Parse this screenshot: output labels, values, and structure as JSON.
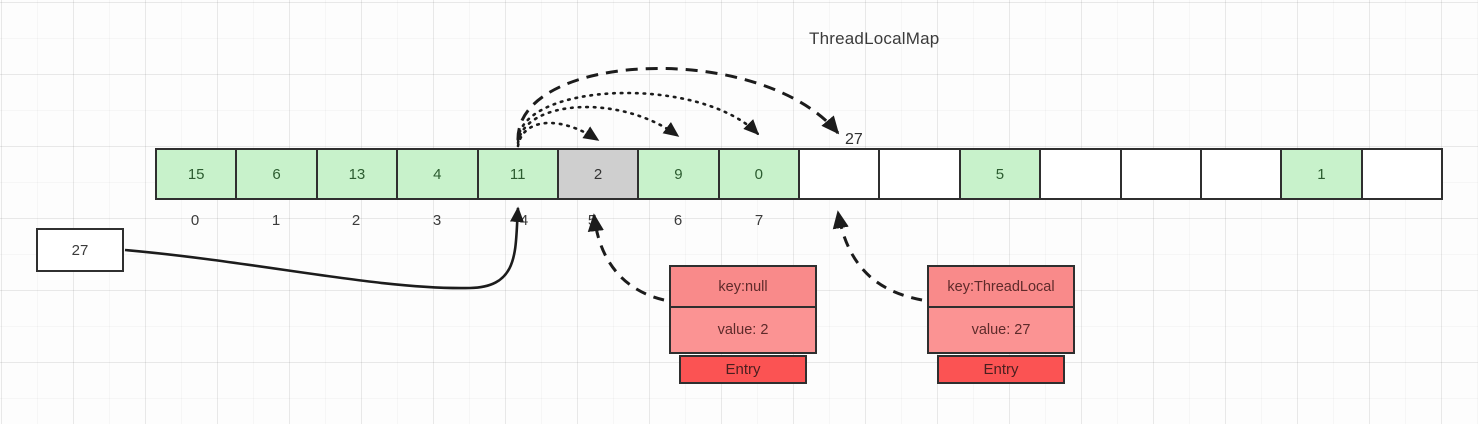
{
  "diagram": {
    "title": "ThreadLocalMap",
    "source_box": {
      "value": "27"
    },
    "array": {
      "cells": [
        {
          "value": "15",
          "state": "green"
        },
        {
          "value": "6",
          "state": "green"
        },
        {
          "value": "13",
          "state": "green"
        },
        {
          "value": "4",
          "state": "green"
        },
        {
          "value": "11",
          "state": "green"
        },
        {
          "value": "2",
          "state": "gray"
        },
        {
          "value": "9",
          "state": "green"
        },
        {
          "value": "0",
          "state": "green"
        },
        {
          "value": "",
          "state": "empty"
        },
        {
          "value": "",
          "state": "empty"
        },
        {
          "value": "5",
          "state": "green"
        },
        {
          "value": "",
          "state": "empty"
        },
        {
          "value": "",
          "state": "empty"
        },
        {
          "value": "",
          "state": "empty"
        },
        {
          "value": "1",
          "state": "green"
        },
        {
          "value": "",
          "state": "empty"
        }
      ],
      "index_labels": [
        "0",
        "1",
        "2",
        "3",
        "4",
        "5",
        "6",
        "7"
      ]
    },
    "probe_label": "27",
    "entries": [
      {
        "key": "key:null",
        "value": "value: 2",
        "tag": "Entry",
        "points_to_index": 5
      },
      {
        "key": "key:ThreadLocal",
        "value": "value: 27",
        "tag": "Entry",
        "points_to_index": 8
      }
    ]
  },
  "colors": {
    "occupied_cell": "#c8f2cb",
    "stale_cell": "#cfcfcf",
    "empty_cell": "#ffffff",
    "entry_fill": "#f98a8a",
    "entry_tag_fill": "#fb5353",
    "stroke": "#2f2f2f"
  }
}
